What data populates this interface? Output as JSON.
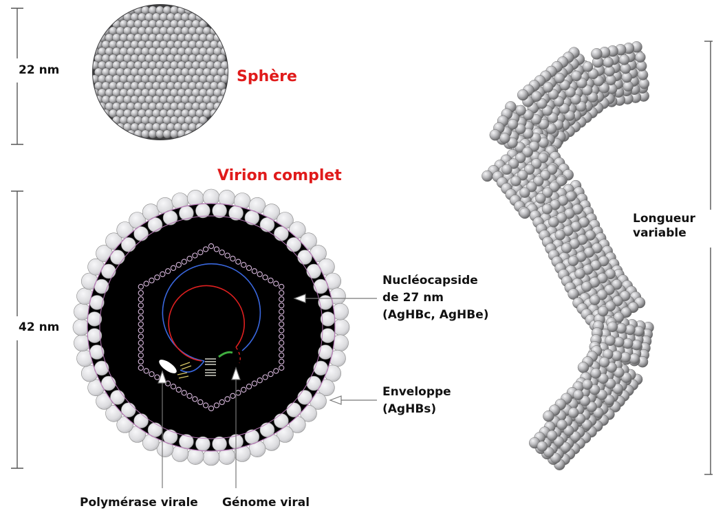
{
  "labels": {
    "size_22": "22 nm",
    "sphere": "Sphère",
    "virion": "Virion complet",
    "size_42": "42 nm",
    "nucleocapsid": "Nucléocapside\nde 27 nm\n(AgHBc, AgHBe)",
    "envelope": "Enveloppe\n(AgHBs)",
    "length": "Longueur\nvariable",
    "polymerase": "Polymérase virale",
    "genome": "Génome viral"
  },
  "colors": {
    "title_red": "#e01b1b",
    "bead_light": "#f2f2f4",
    "bead_dark": "#5c5c5e",
    "core_black": "#000000",
    "capsid_lavender": "#d9b9de",
    "genome_red": "#e02020",
    "genome_blue": "#3a68e0",
    "polymerase_green": "#3fae3f"
  }
}
